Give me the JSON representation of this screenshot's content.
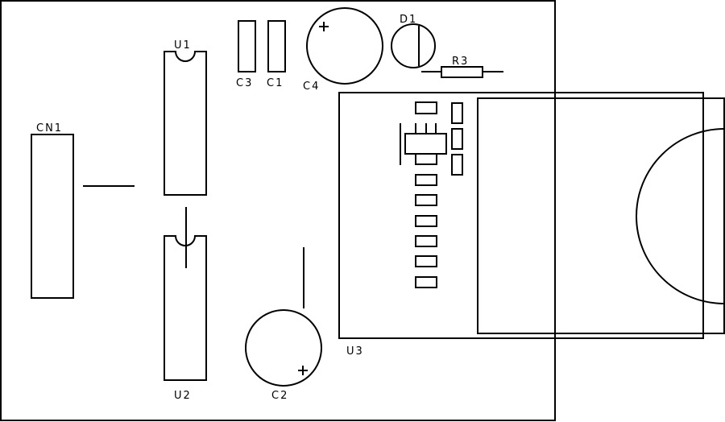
{
  "labels": {
    "cn1": "CN1",
    "u1": "U1",
    "u2": "U2",
    "u3": "U3",
    "c1": "C1",
    "c2": "C2",
    "c3": "C3",
    "c4": "C4",
    "d1": "D1",
    "r3": "R3"
  },
  "colors": {
    "stroke": "#000000",
    "background": "#ffffff"
  }
}
